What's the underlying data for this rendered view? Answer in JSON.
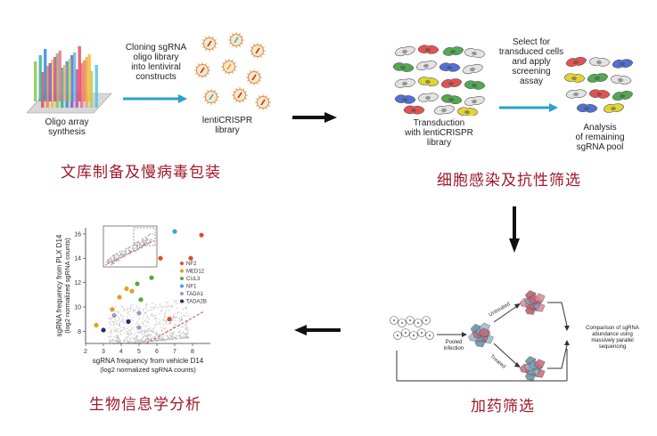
{
  "panel1": {
    "oligo_label": "Oligo array\nsynthesis",
    "cloning_label": "Cloning sgRNA\noligo library\ninto lentiviral\nconstructs",
    "library_label": "lentiCRISPR\nlibrary",
    "cn_title": "文库制备及慢病毒包装"
  },
  "panel2": {
    "transduction_label": "Transduction\nwith lentiCRISPR\nlibrary",
    "select_label": "Select for\ntransduced cells\nand apply\nscreening\nassay",
    "analysis_label": "Analysis\nof remaining\nsgRNA pool",
    "cn_title": "细胞感染及抗性筛选"
  },
  "panel3": {
    "pooled_label": "Pooled\ninfection",
    "untreated_label": "Untreated",
    "treated_label": "Treated",
    "comparison_label": "Comparison of sgRNA\nabundance using\nmassively parallel\nsequencing",
    "cn_title": "加药筛选"
  },
  "panel4": {
    "cn_title": "生物信息学分析"
  },
  "chart_data": {
    "type": "scatter",
    "xlabel": "sgRNA frequency from vehicle D14",
    "xlabel_sub": "(log2 normalized sgRNA counts)",
    "ylabel": "sgRNA frequency from PLX D14",
    "ylabel_sub": "(log2 normalized sgRNA counts)",
    "xlim": [
      2,
      9
    ],
    "ylim": [
      7,
      16.5
    ],
    "x_ticks": [
      "2",
      "3",
      "4",
      "5",
      "6",
      "7",
      "8"
    ],
    "y_ticks": [
      "8",
      "10",
      "12",
      "14",
      "16"
    ],
    "legend": [
      {
        "name": "NF2",
        "color": "#d8502a"
      },
      {
        "name": "MED12",
        "color": "#e0a020"
      },
      {
        "name": "CUL3",
        "color": "#5aa83a"
      },
      {
        "name": "NF1",
        "color": "#3aa8d8"
      },
      {
        "name": "TADA1",
        "color": "#9a9ac8"
      },
      {
        "name": "TADA2B",
        "color": "#2a2a6a"
      }
    ],
    "series": [
      {
        "name": "NF2",
        "color": "#d8502a",
        "points": [
          [
            8.5,
            15.9
          ],
          [
            6.2,
            14.0
          ],
          [
            7.9,
            14.0
          ],
          [
            6.7,
            9.0
          ]
        ]
      },
      {
        "name": "MED12",
        "color": "#e0a020",
        "points": [
          [
            4.3,
            11.5
          ],
          [
            4.6,
            11.3
          ],
          [
            3.9,
            10.8
          ],
          [
            3.5,
            9.8
          ],
          [
            2.6,
            8.5
          ]
        ]
      },
      {
        "name": "CUL3",
        "color": "#5aa83a",
        "points": [
          [
            5.7,
            12.4
          ],
          [
            4.9,
            11.9
          ],
          [
            5.1,
            10.6
          ]
        ]
      },
      {
        "name": "NF1",
        "color": "#3aa8d8",
        "points": [
          [
            7.0,
            16.2
          ]
        ]
      },
      {
        "name": "TADA1",
        "color": "#9a9ac8",
        "points": [
          [
            5.0,
            9.5
          ],
          [
            3.6,
            9.3
          ],
          [
            5.0,
            8.3
          ]
        ]
      },
      {
        "name": "TADA2B",
        "color": "#2a2a6a",
        "points": [
          [
            3.0,
            8.1
          ],
          [
            4.4,
            8.8
          ]
        ]
      }
    ],
    "colors": {
      "trend": "#c84040",
      "background_points": "#b0b0b0"
    }
  }
}
